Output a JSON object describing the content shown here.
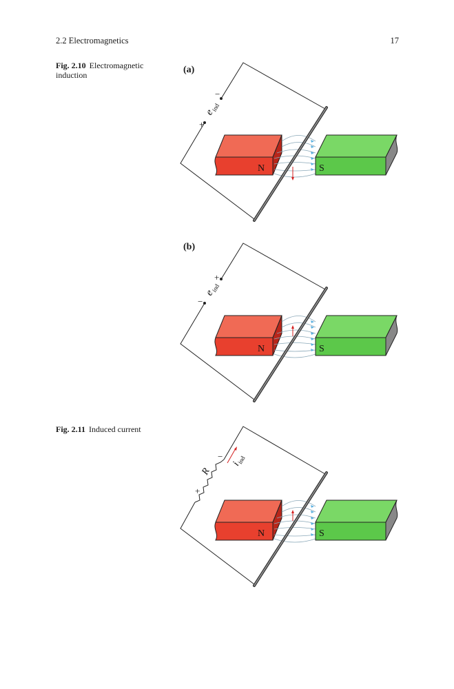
{
  "header": {
    "section": "2.2   Electromagnetics",
    "page_number": "17"
  },
  "figure_2_10": {
    "number": "Fig. 2.10",
    "caption": "Electromagnetic induction",
    "panel_a": {
      "label": "(a)",
      "emf": "e",
      "emf_sub": "ind",
      "top_sign": "−",
      "bottom_sign": "+"
    },
    "panel_b": {
      "label": "(b)",
      "emf": "e",
      "emf_sub": "ind",
      "top_sign": "+",
      "bottom_sign": "−"
    }
  },
  "figure_2_11": {
    "number": "Fig. 2.11",
    "caption": "Induced current",
    "resistor": "R",
    "current": "i",
    "current_sub": "ind",
    "top_sign": "−",
    "bottom_sign": "+"
  },
  "magnets": {
    "north": "N",
    "south": "S"
  },
  "colors": {
    "north": "#e8402e",
    "south": "#5cc84a",
    "field": "#5ab0e0",
    "arrow": "#d42020"
  }
}
